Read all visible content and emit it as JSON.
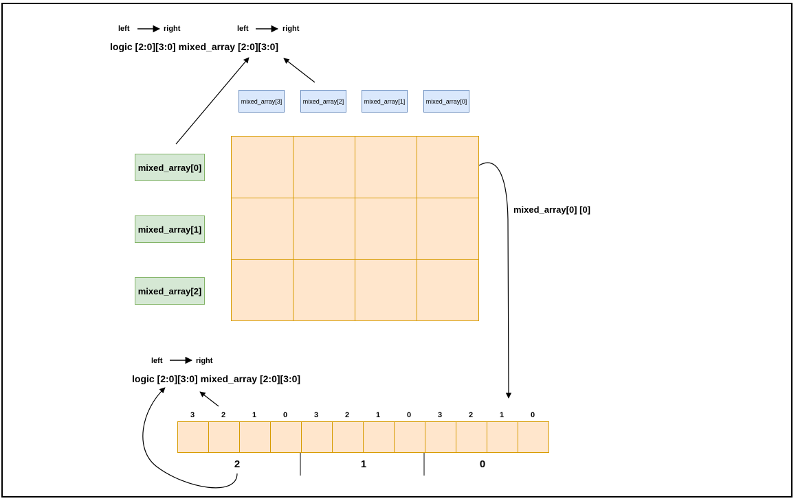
{
  "top": {
    "dir1": {
      "left": "left",
      "right": "right"
    },
    "dir2": {
      "left": "left",
      "right": "right"
    },
    "code": "logic [2:0][3:0] mixed_array [2:0][3:0]"
  },
  "column_labels": [
    "mixed_array[3]",
    "mixed_array[2]",
    "mixed_array[1]",
    "mixed_array[0]"
  ],
  "row_labels": [
    "mixed_array[0]",
    "mixed_array[1]",
    "mixed_array[2]"
  ],
  "element_label": "mixed_array[0] [0]",
  "bottom": {
    "dir": {
      "left": "left",
      "right": "right"
    },
    "code": "logic [2:0][3:0] mixed_array [2:0][3:0]",
    "bit_labels": [
      "3",
      "2",
      "1",
      "0",
      "3",
      "2",
      "1",
      "0",
      "3",
      "2",
      "1",
      "0"
    ],
    "group_labels": [
      "2",
      "1",
      "0"
    ]
  }
}
